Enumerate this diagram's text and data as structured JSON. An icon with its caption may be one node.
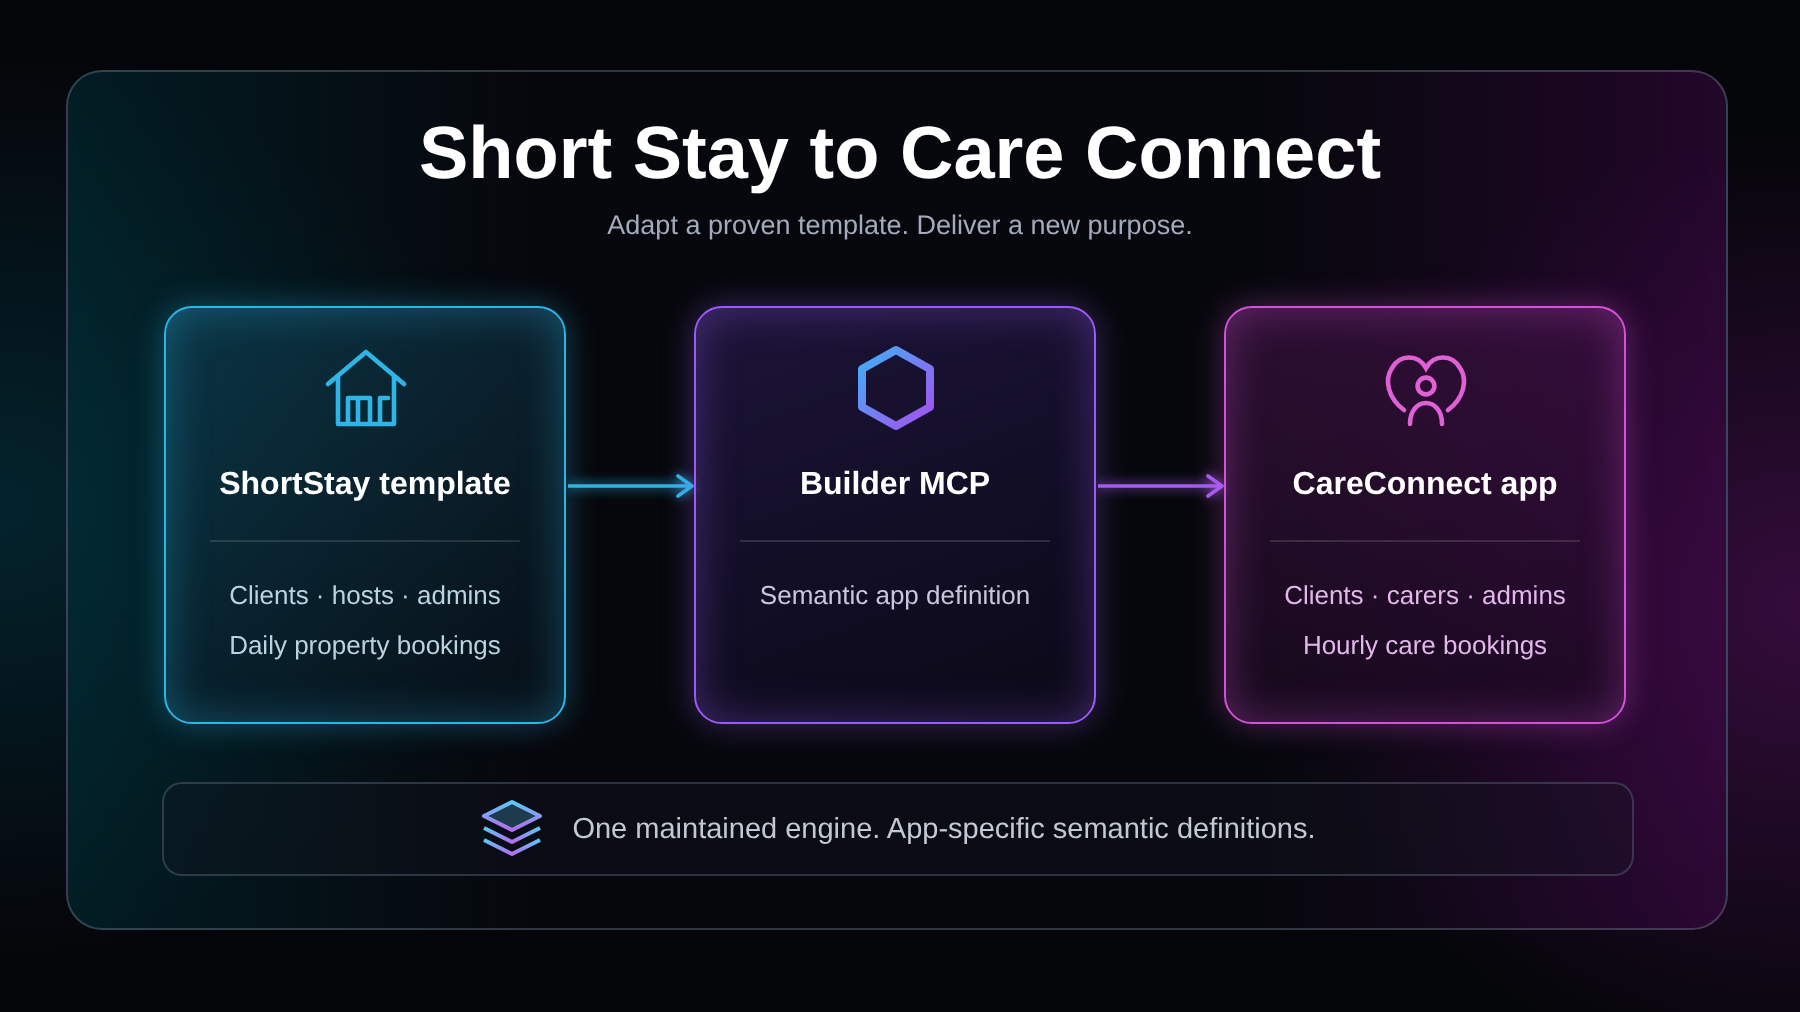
{
  "diagram": {
    "title": "Short Stay to Care Connect",
    "nodes": [
      {
        "text": [
          "ShortStay template",
          "Clients · hosts · admins",
          "Daily property bookings"
        ]
      },
      {
        "text": [
          "Builder MCP",
          "Semantic app definition"
        ]
      },
      {
        "text": [
          "CareConnect app",
          "Clients · carers · admins",
          "Hourly care bookings"
        ]
      },
      {
        "text": [
          "One maintained engine. App-specific semantic definitions."
        ]
      }
    ],
    "edges": [
      {
        "from": 0,
        "to": 1,
        "arrow": "to",
        "color": "#2fb4e6"
      },
      {
        "from": 1,
        "to": 2,
        "arrow": "to",
        "color": "#a45cf0"
      }
    ],
    "labels": [
      "Adapt a proven template. Deliver a new purpose."
    ]
  }
}
